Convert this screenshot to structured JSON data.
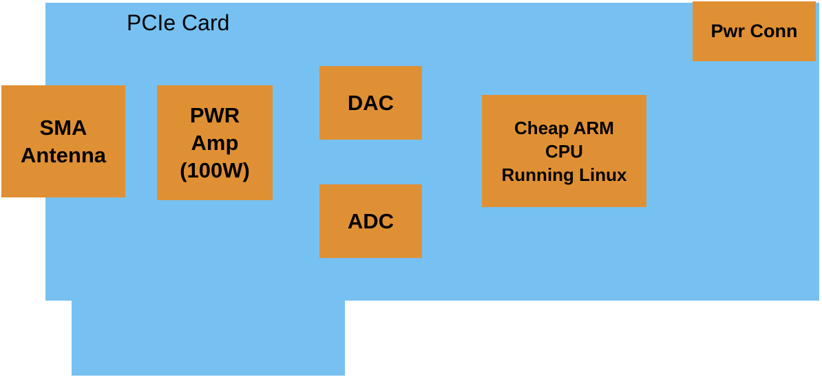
{
  "board": {
    "title": "PCIe Card",
    "color": "#76c1f1"
  },
  "block_color": "#e09034",
  "blocks": {
    "sma": "SMA\nAntenna",
    "pwr_amp": "PWR\nAmp\n(100W)",
    "dac": "DAC",
    "adc": "ADC",
    "cpu": "Cheap ARM\nCPU\nRunning Linux",
    "pwr_conn": "Pwr Conn"
  }
}
